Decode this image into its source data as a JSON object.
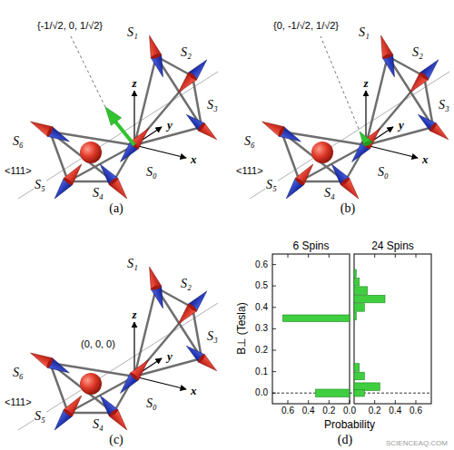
{
  "diagram": {
    "labels": [
      "{-1/√2, 0, 1/√2}",
      "S₁",
      "S₂",
      "S₃",
      "S₆",
      "S₀",
      "S₅",
      "S₄",
      "z",
      "y",
      "x",
      "<111>",
      "(a)",
      "{0, -1/√2, 1/√2}",
      "S₁",
      "S₂",
      "S₃",
      "S₆",
      "S₀",
      "S₅",
      "S₄",
      "z",
      "y",
      "x",
      "<111>",
      "(b)",
      "(0, 0, 0)",
      "S₁",
      "S₂",
      "S₃",
      "S₆",
      "S₀",
      "S₅",
      "S₄",
      "z",
      "y",
      "x",
      "<111>",
      "(c)",
      "6 Spins",
      "24 Spins",
      "B⊥ (Tesla)",
      "0.6",
      "0.5",
      "0.4",
      "0.3",
      "0.2",
      "0.1",
      "0.0",
      "0.6",
      "0.4",
      "0.2",
      "0.0",
      "0.2",
      "0.4",
      "0.6",
      "Probability",
      "(d)",
      "SCIENCEAQ.COM"
    ]
  }
}
